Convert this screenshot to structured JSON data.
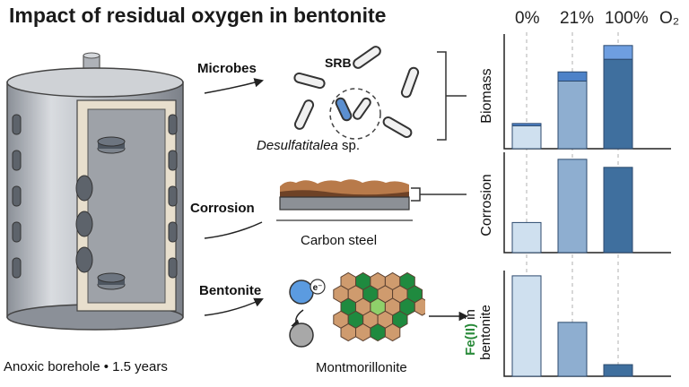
{
  "title": "Impact of residual oxygen in bentonite",
  "oxygen_levels": [
    "0%",
    "21%",
    "100%"
  ],
  "oxygen_unit": "O₂",
  "processes": {
    "microbes": {
      "label": "Microbes",
      "group_label": "SRB",
      "species": "Desulfatitalea",
      "species_suffix": " sp."
    },
    "corrosion": {
      "label": "Corrosion",
      "material": "Carbon steel"
    },
    "bentonite": {
      "label": "Bentonite",
      "electron": "e⁻",
      "mineral": "Montmorillonite"
    }
  },
  "borehole_caption": "Anoxic borehole • 1.5 years",
  "colors": {
    "light": "#cfe0ef",
    "medium": "#8eaed0",
    "dark": "#3f6f9e",
    "accent": "#2a8a3a"
  },
  "chart_data": [
    {
      "type": "bar",
      "categories": [
        "0%",
        "21%",
        "100%"
      ],
      "ylabel": "Biomass",
      "series": [
        {
          "values": [
            20,
            59,
            78
          ]
        },
        {
          "values": [
            2,
            8,
            12
          ]
        }
      ],
      "ylim": [
        0,
        100
      ],
      "stacked": true
    },
    {
      "type": "bar",
      "categories": [
        "0%",
        "21%",
        "100%"
      ],
      "ylabel": "Corrosion",
      "values": [
        30,
        93,
        85
      ],
      "ylim": [
        0,
        100
      ]
    },
    {
      "type": "bar",
      "categories": [
        "0%",
        "21%",
        "100%"
      ],
      "ylabel_parts": [
        "Fe(II)",
        " in",
        "bentonite"
      ],
      "values": [
        95,
        51,
        11
      ],
      "ylim": [
        0,
        100
      ]
    }
  ]
}
